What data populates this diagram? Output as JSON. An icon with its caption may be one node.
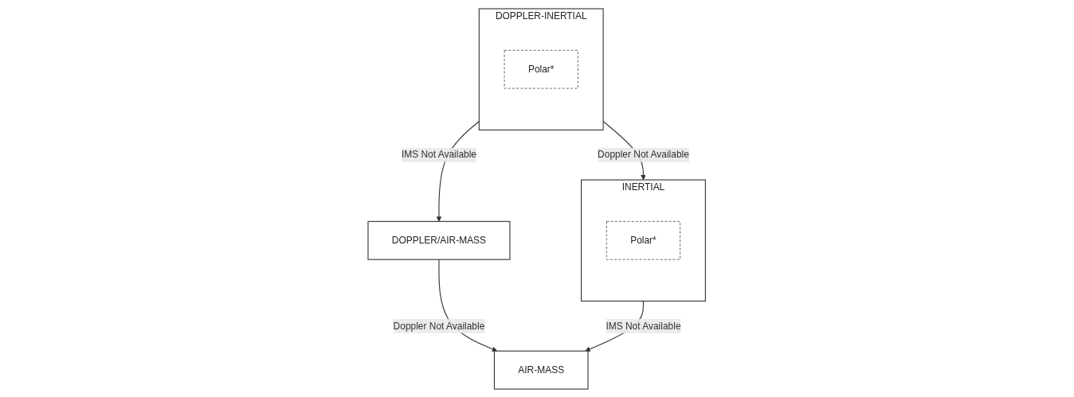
{
  "diagram": {
    "nodes": [
      {
        "text": [
          "DOPPLER-INERTIAL"
        ]
      },
      {
        "text": [
          "Polar*"
        ],
        "in": 0
      },
      {
        "text": [
          "INERTIAL"
        ]
      },
      {
        "text": [
          "Polar*"
        ],
        "in": 2
      },
      {
        "text": [
          "DOPPLER/AIR-MASS"
        ]
      },
      {
        "text": [
          "AIR-MASS"
        ]
      }
    ],
    "edges": [
      {
        "from": 0,
        "to": 2,
        "arrow": "to",
        "label": "Doppler Not Available"
      },
      {
        "from": 0,
        "to": 4,
        "arrow": "to",
        "label": "IMS Not Available"
      },
      {
        "from": 2,
        "to": 5,
        "arrow": "to",
        "label": "IMS Not Available"
      },
      {
        "from": 4,
        "to": 5,
        "arrow": "to",
        "label": "Doppler Not Available"
      }
    ]
  }
}
